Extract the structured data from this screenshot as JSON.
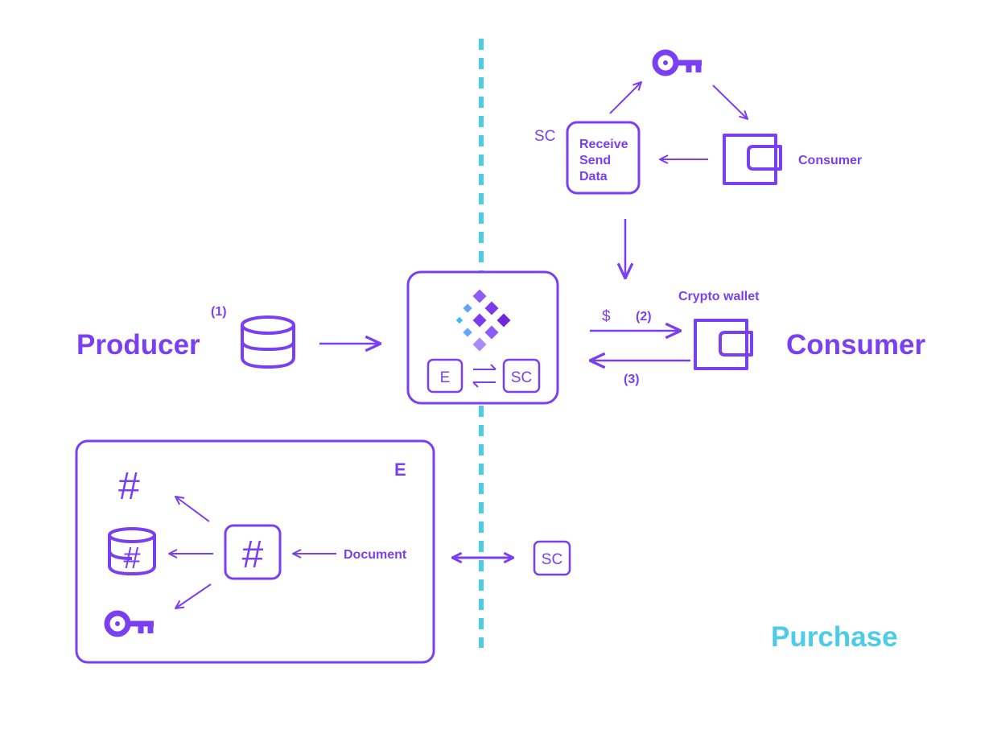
{
  "colors": {
    "accent": "#7a3ff2",
    "divider": "#4dcce8",
    "title": "#4dcce8"
  },
  "labels": {
    "producer": "Producer",
    "consumer_main": "Consumer",
    "consumer_small": "Consumer",
    "crypto_wallet": "Crypto wallet",
    "step1": "(1)",
    "step2": "(2)",
    "step3": "(3)",
    "dollar": "$",
    "sc_top": "SC",
    "contract_lines": [
      "Receive",
      "Send",
      "Data"
    ],
    "e_box": "E",
    "sc_box": "SC",
    "e_panel": "E",
    "document": "Document",
    "hash": "#",
    "sc_bottom": "SC",
    "purchase": "Purchase"
  },
  "icons": {
    "database": "database-icon",
    "wallet": "wallet-icon",
    "key": "key-icon",
    "marketplace": "marketplace-logo-icon",
    "hash": "hash-icon",
    "hash_database": "hash-database-icon"
  }
}
